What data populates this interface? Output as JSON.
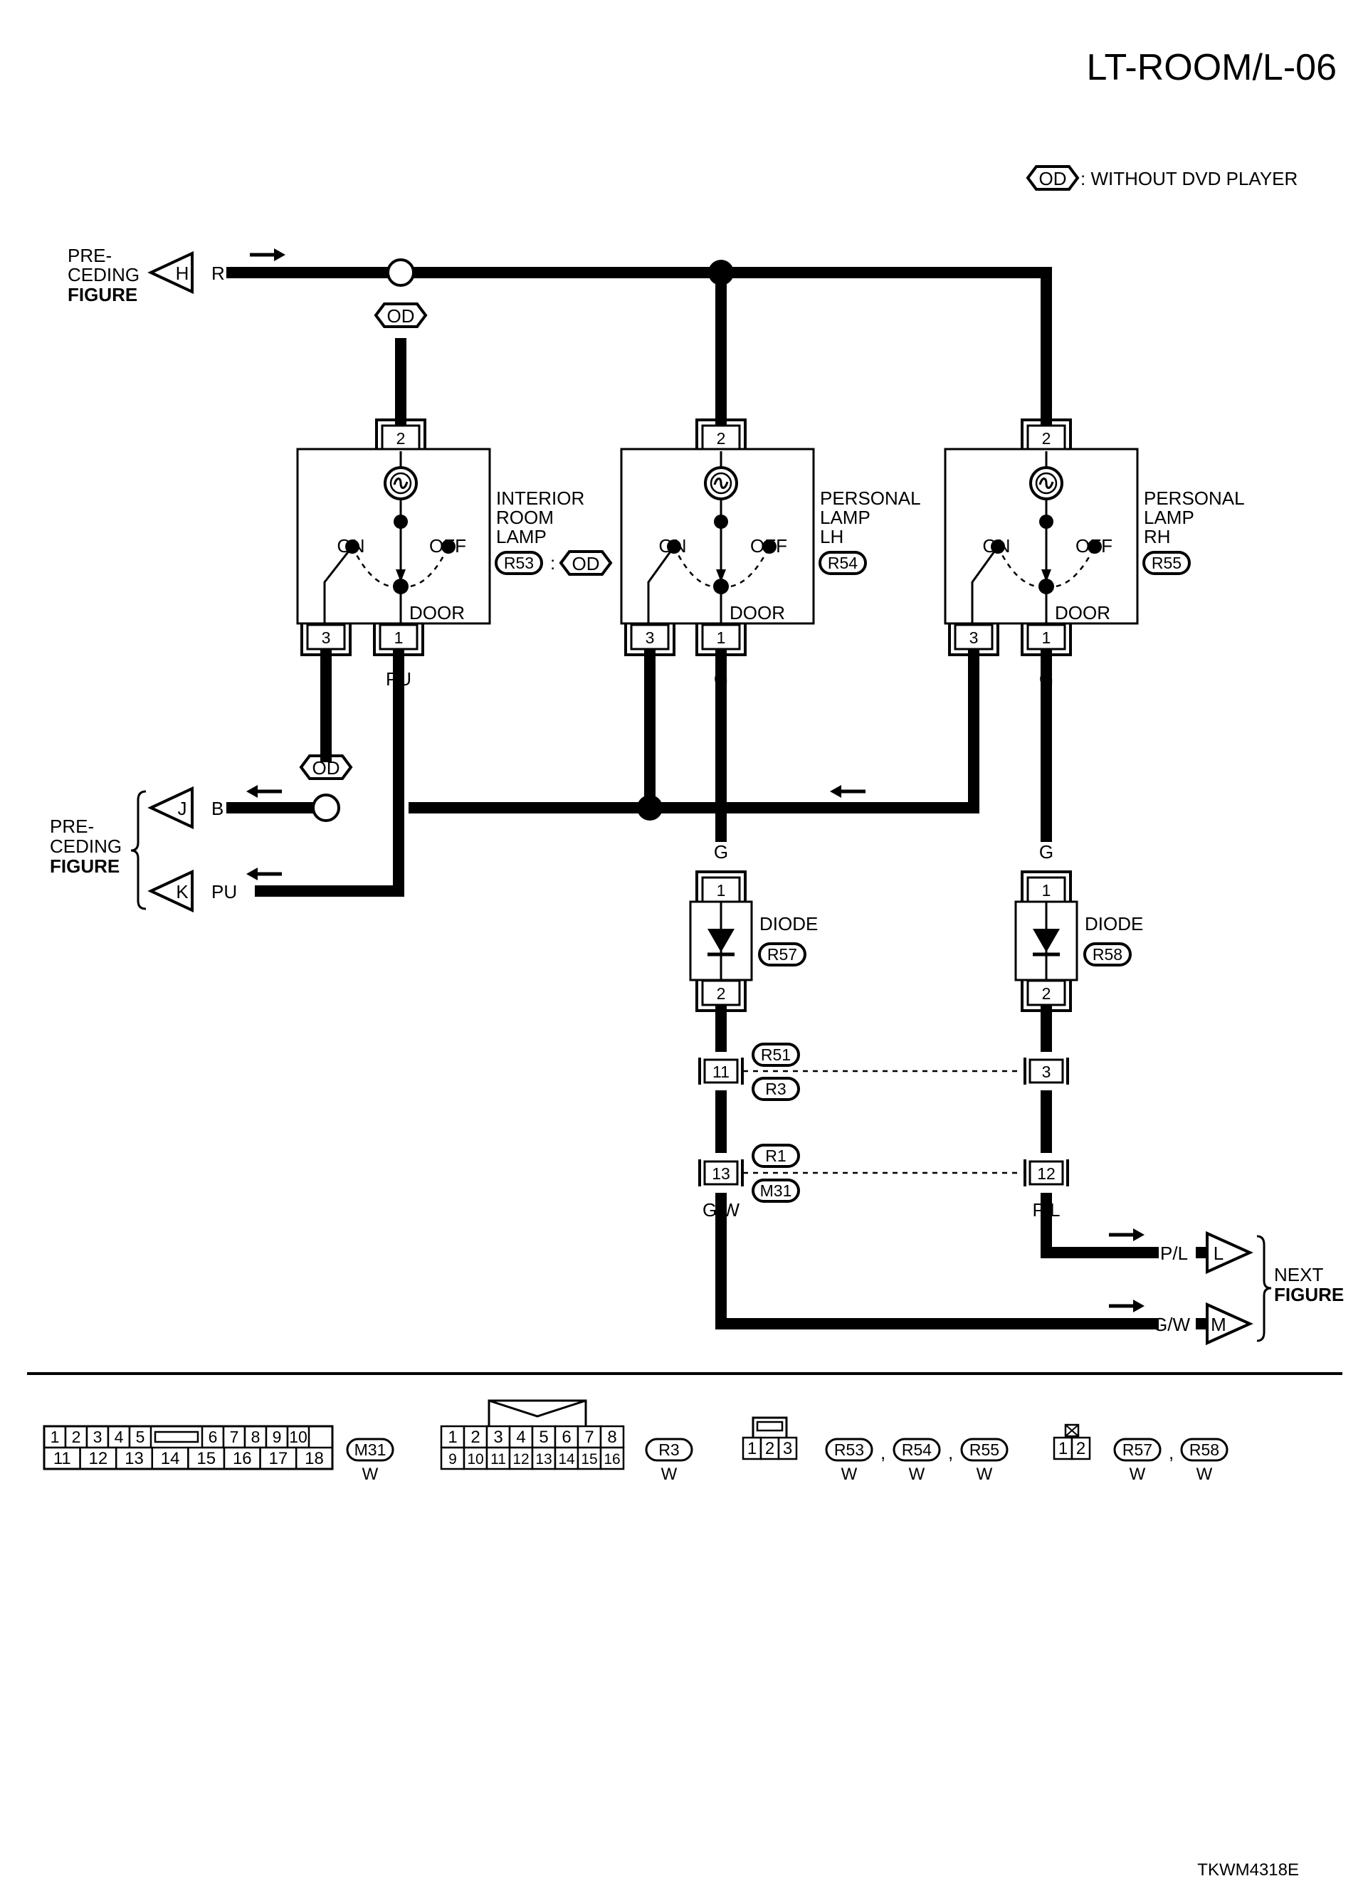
{
  "page": {
    "title": "LT-ROOM/L-06",
    "footer_code": "TKWM4318E"
  },
  "legend": {
    "od_tag": "OD",
    "od_meaning": ": WITHOUT DVD PLAYER"
  },
  "refs": {
    "preceding": "PRE-\nCEDING\nFIGURE",
    "next_l1": "NEXT",
    "next_l2": "FIGURE",
    "H": "H",
    "J": "J",
    "K": "K",
    "L": "L",
    "M": "M"
  },
  "wires": {
    "R": "R",
    "B": "B",
    "PU": "PU",
    "G": "G",
    "P": "P",
    "L": "L",
    "GW": "G/W",
    "PL": "P/L"
  },
  "components": {
    "interior": {
      "l1": "INTERIOR",
      "l2": "ROOM",
      "l3": "LAMP",
      "conn": "R53",
      "sep": ":",
      "od": "OD"
    },
    "personal_lh": {
      "l1": "PERSONAL",
      "l2": "LAMP",
      "l3": "LH",
      "conn": "R54"
    },
    "personal_rh": {
      "l1": "PERSONAL",
      "l2": "LAMP",
      "l3": "RH",
      "conn": "R55"
    },
    "switch": {
      "on": "ON",
      "off": "OFF",
      "door": "DOOR"
    },
    "diode_lh": {
      "label": "DIODE",
      "conn": "R57"
    },
    "diode_rh": {
      "label": "DIODE",
      "conn": "R58"
    }
  },
  "pins": {
    "p1": "1",
    "p2": "2",
    "p3": "3",
    "p11": "11",
    "p12": "12",
    "p13": "13"
  },
  "junctions": {
    "j1_top": "R51",
    "j1_bot": "R3",
    "j2_top": "R1",
    "j2_bot": "M31"
  },
  "connectors": {
    "m31": {
      "row1a": [
        "1",
        "2",
        "3",
        "4",
        "5"
      ],
      "row1b": [
        "6",
        "7",
        "8",
        "9",
        "10"
      ],
      "row2": [
        "11",
        "12",
        "13",
        "14",
        "15",
        "16",
        "17",
        "18"
      ],
      "id": "M31",
      "color": "W"
    },
    "r3": {
      "row1": [
        "1",
        "2",
        "3",
        "4",
        "5",
        "6",
        "7",
        "8"
      ],
      "row2": [
        "9",
        "10",
        "11",
        "12",
        "13",
        "14",
        "15",
        "16"
      ],
      "id": "R3",
      "color": "W"
    },
    "r53": {
      "pins": [
        "1",
        "2",
        "3"
      ],
      "ids": [
        "R53",
        "R54",
        "R55"
      ],
      "colors": [
        "W",
        "W",
        "W"
      ],
      "comma": ","
    },
    "r57": {
      "pins": [
        "1",
        "2"
      ],
      "ids": [
        "R57",
        "R58"
      ],
      "colors": [
        "W",
        "W"
      ],
      "comma": ","
    }
  }
}
